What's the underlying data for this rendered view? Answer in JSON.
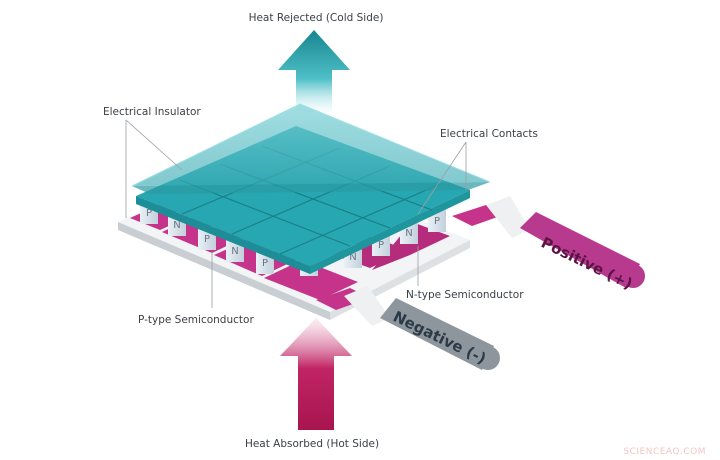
{
  "labels": {
    "heat_rejected": "Heat Rejected (Cold Side)",
    "heat_absorbed": "Heat Absorbed (Hot Side)",
    "electrical_insulator": "Electrical Insulator",
    "electrical_contacts": "Electrical Contacts",
    "p_type": "P-type Semiconductor",
    "n_type": "N-type Semiconductor"
  },
  "terminals": {
    "positive": "Positive (+)",
    "negative": "Negative (-)"
  },
  "pellet_letters": [
    "P",
    "N",
    "P",
    "N",
    "P",
    "N",
    "P",
    "N",
    "P",
    "N"
  ],
  "watermark": "SCIENCEAQ.COM",
  "colors": {
    "cold_arrow": "#1f8f99",
    "hot_arrow": "#b8185a",
    "insulator": "#3fb8c0",
    "contacts": "#c5348a",
    "positive_lead": "#b83a8f",
    "negative_lead": "#8d969c"
  }
}
